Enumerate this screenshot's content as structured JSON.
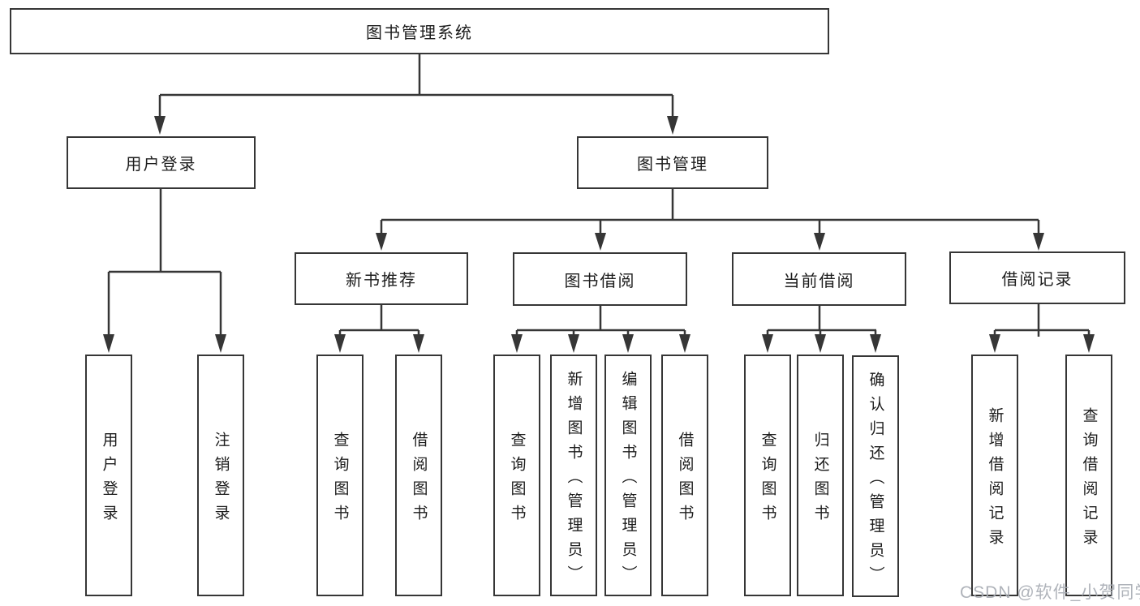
{
  "tree": {
    "label": "图书管理系统",
    "children": [
      {
        "label": "用户登录",
        "children": [
          {
            "label": "用户登录"
          },
          {
            "label": "注销登录"
          }
        ]
      },
      {
        "label": "图书管理",
        "children": [
          {
            "label": "新书推荐",
            "children": [
              {
                "label": "查询图书"
              },
              {
                "label": "借阅图书"
              }
            ]
          },
          {
            "label": "图书借阅",
            "children": [
              {
                "label": "查询图书"
              },
              {
                "label": "新增图书（管理员）"
              },
              {
                "label": "编辑图书（管理员）"
              },
              {
                "label": "借阅图书"
              }
            ]
          },
          {
            "label": "当前借阅",
            "children": [
              {
                "label": "查询图书"
              },
              {
                "label": "归还图书"
              },
              {
                "label": "确认归还（管理员）"
              }
            ]
          },
          {
            "label": "借阅记录",
            "children": [
              {
                "label": "新增借阅记录"
              },
              {
                "label": "查询借阅记录"
              }
            ]
          }
        ]
      }
    ]
  },
  "watermark": {
    "text": "CSDN @软件_小贺同学"
  },
  "colors": {
    "line": "#363636",
    "text": "#1c1c1c",
    "background": "#ffffff",
    "watermark": "#a8adb4"
  }
}
